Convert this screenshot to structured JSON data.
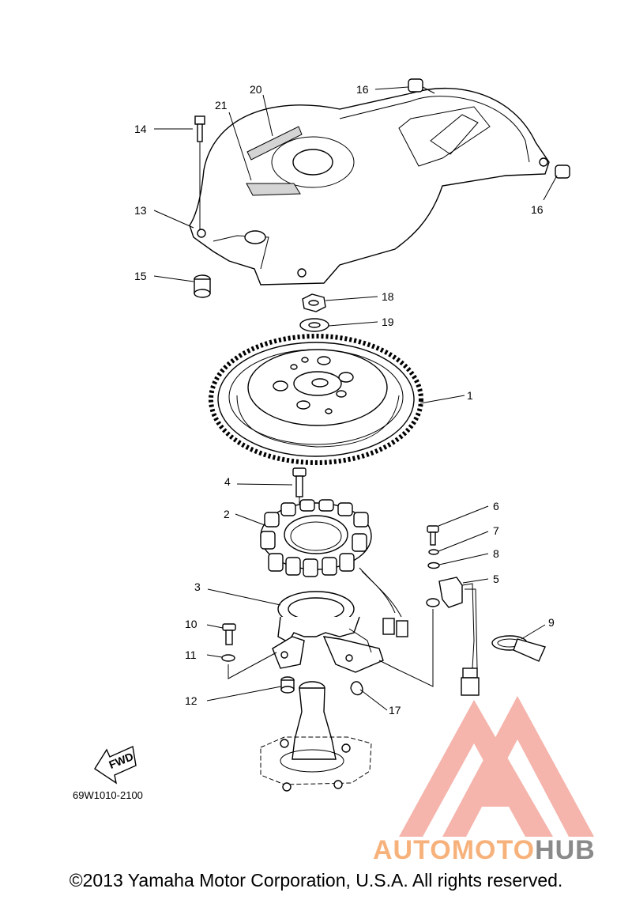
{
  "diagram": {
    "callouts": [
      {
        "id": "c1",
        "label": "1"
      },
      {
        "id": "c2",
        "label": "2"
      },
      {
        "id": "c3",
        "label": "3"
      },
      {
        "id": "c4",
        "label": "4"
      },
      {
        "id": "c5",
        "label": "5"
      },
      {
        "id": "c6",
        "label": "6"
      },
      {
        "id": "c7",
        "label": "7"
      },
      {
        "id": "c8",
        "label": "8"
      },
      {
        "id": "c9",
        "label": "9"
      },
      {
        "id": "c10",
        "label": "10"
      },
      {
        "id": "c11",
        "label": "11"
      },
      {
        "id": "c12",
        "label": "12"
      },
      {
        "id": "c13",
        "label": "13"
      },
      {
        "id": "c14",
        "label": "14"
      },
      {
        "id": "c15",
        "label": "15"
      },
      {
        "id": "c16a",
        "label": "16"
      },
      {
        "id": "c16b",
        "label": "16"
      },
      {
        "id": "c17",
        "label": "17"
      },
      {
        "id": "c18",
        "label": "18"
      },
      {
        "id": "c19",
        "label": "19"
      },
      {
        "id": "c20",
        "label": "20"
      },
      {
        "id": "c21",
        "label": "21"
      }
    ],
    "fwd_label": "FWD",
    "drawing_code": "69W1010-2100"
  },
  "watermark": {
    "part_1": "AUTOMOTO",
    "part_2": "HUB",
    "color_1": "#f7b27c",
    "color_2": "#8a8a8a",
    "logo_color": "#f4a79e"
  },
  "footer": {
    "copyright": "©2013 Yamaha Motor Corporation, U.S.A. All rights reserved."
  }
}
